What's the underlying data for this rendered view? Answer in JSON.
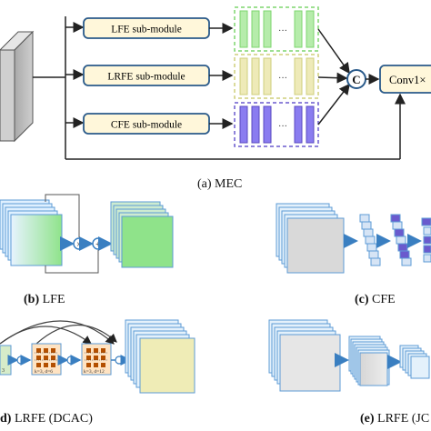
{
  "mec": {
    "modules": [
      "LFE sub-module",
      "LRFE sub-module",
      "CFE sub-module"
    ],
    "concat_symbol": "C",
    "conv_label": "Conv1×",
    "caption_letter": "(a)",
    "caption_text": "MEC",
    "colors": {
      "lfe": "#7ed66f",
      "lrfe": "#dcd98e",
      "cfe": "#6a5acd",
      "box_fill": "#fff7da",
      "box_stroke": "#2a5a8a"
    }
  },
  "lfe": {
    "mult_symbol": "×",
    "add_symbol": "+",
    "caption_letter": "(b)",
    "caption_text": "LFE"
  },
  "cfe": {
    "caption_letter": "(c)",
    "caption_text": "CFE"
  },
  "dcac": {
    "labels": [
      "3",
      "k=3, d=6",
      "k=3, d=12"
    ],
    "caption_letter": "d)",
    "caption_text": "LRFE (DCAC)"
  },
  "jcn": {
    "caption_letter": "(e)",
    "caption_text": "LRFE (JC"
  },
  "icons": [
    "concat-icon",
    "multiply-icon",
    "add-icon",
    "arrow-icon"
  ]
}
